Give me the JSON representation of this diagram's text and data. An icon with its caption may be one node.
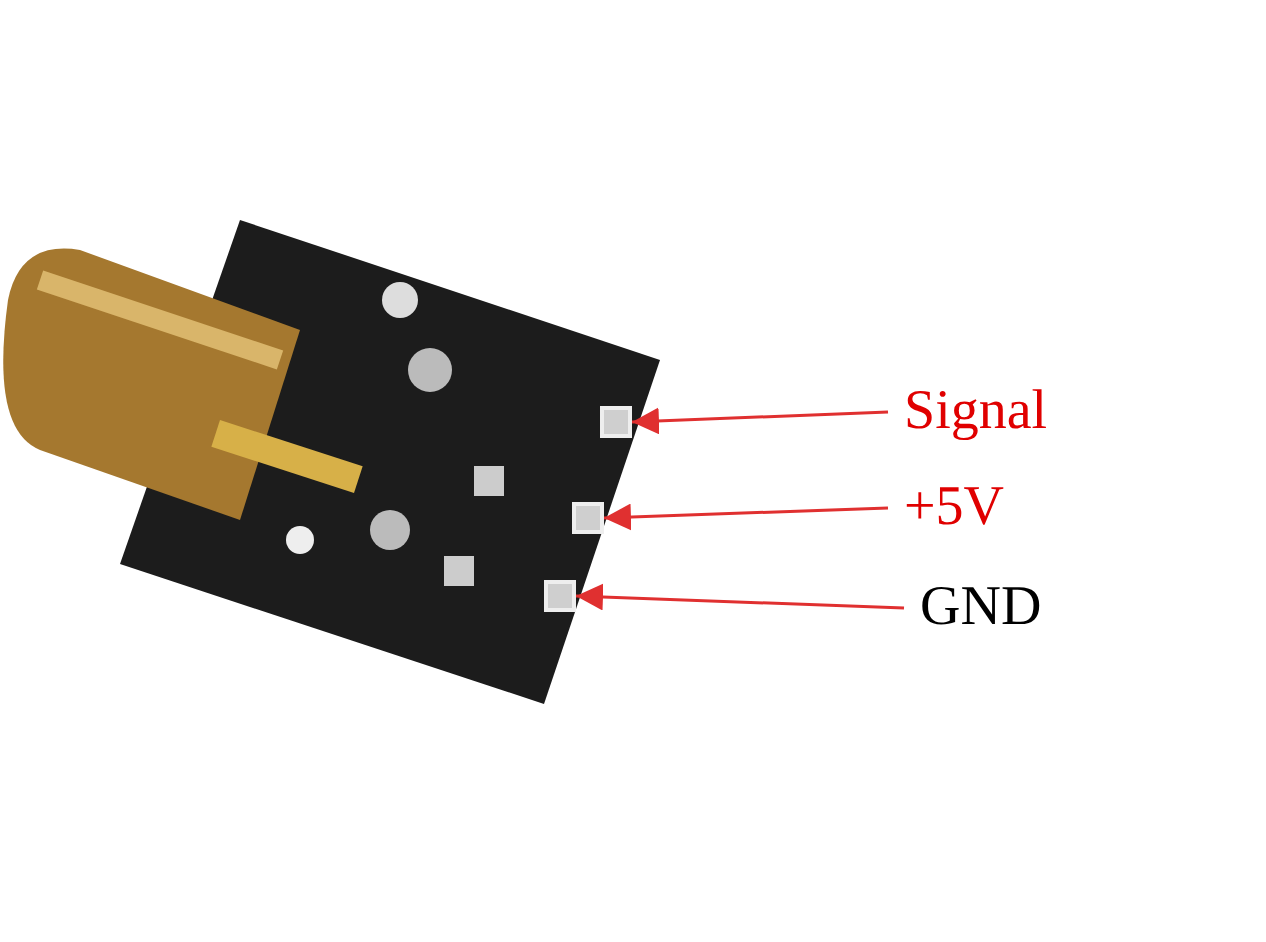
{
  "diagram": {
    "nodes": [
      {
        "text": [
          "Signal"
        ]
      },
      {
        "text": [
          "+5V"
        ]
      },
      {
        "text": [
          "GND"
        ]
      },
      {
        "text": [],
        "shape": "box"
      },
      {
        "text": [],
        "shape": "box"
      },
      {
        "text": [],
        "shape": "box"
      }
    ],
    "edges": [
      {
        "from": 0,
        "to": 3,
        "arrow": "to"
      },
      {
        "from": 1,
        "to": 4,
        "arrow": "to"
      },
      {
        "from": 2,
        "to": 5,
        "arrow": "to"
      }
    ]
  }
}
